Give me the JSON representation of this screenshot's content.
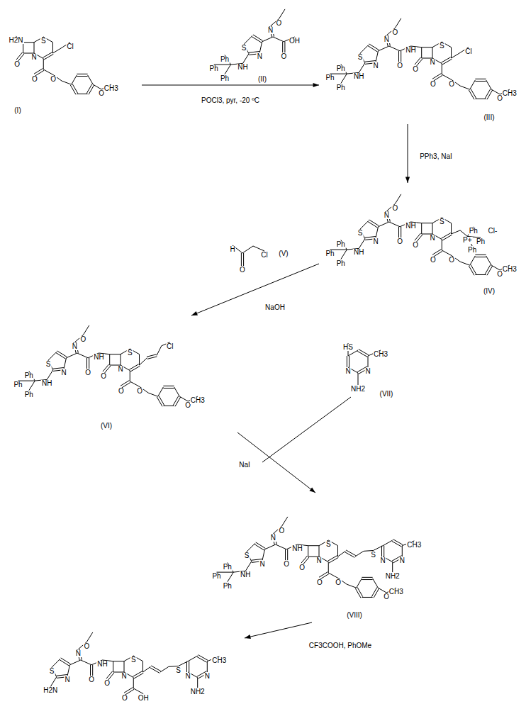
{
  "diagram": {
    "labels": [
      "H2N",
      "N",
      "O",
      "S",
      "O",
      "O",
      "Cl",
      "O",
      "CH3",
      "(I)",
      "N",
      "O",
      "N",
      "S",
      "NH",
      "Ph",
      "Ph",
      "Ph",
      "O",
      "OH",
      "(II)",
      "POCl3, pyr, -20 ºC",
      "N",
      "O",
      "N",
      "S",
      "NH",
      "Ph",
      "Ph",
      "Ph",
      "O",
      "NH",
      "N",
      "O",
      "S",
      "O",
      "O",
      "Cl",
      "O",
      "CH3",
      "(III)",
      "PPh3, NaI",
      "N",
      "O",
      "N",
      "S",
      "NH",
      "Ph",
      "Ph",
      "Ph",
      "O",
      "NH",
      "N",
      "O",
      "S",
      "O",
      "O",
      "P+",
      "Ph",
      "Ph",
      "Ph",
      "Cl-",
      "O",
      "CH3",
      "(IV)",
      "H",
      "Cl",
      "O",
      "(V)",
      "NaOH",
      "N",
      "O",
      "N",
      "S",
      "NH",
      "Ph",
      "Ph",
      "Ph",
      "O",
      "NH",
      "N",
      "O",
      "S",
      "O",
      "O",
      "Cl",
      "O",
      "CH3",
      "(VI)",
      "HS",
      "CH3",
      "N",
      "N",
      "NH2",
      "(VII)",
      "NaI",
      "N",
      "O",
      "N",
      "S",
      "NH",
      "Ph",
      "Ph",
      "Ph",
      "O",
      "NH",
      "N",
      "O",
      "S",
      "O",
      "O",
      "S",
      "N",
      "N",
      "CH3",
      "NH2",
      "O",
      "CH3",
      "(VIII)",
      "CF3COOH, PhOMe",
      "N",
      "O",
      "N",
      "S",
      "H2N",
      "O",
      "NH",
      "N",
      "O",
      "S",
      "O",
      "OH",
      "S",
      "N",
      "N",
      "CH3",
      "NH2"
    ]
  }
}
